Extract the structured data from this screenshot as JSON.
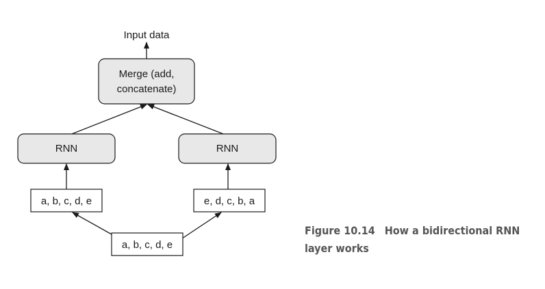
{
  "diagram": {
    "output_label": "Input data",
    "merge_line1": "Merge (add,",
    "merge_line2": "concatenate)",
    "rnn_left_label": "RNN",
    "rnn_right_label": "RNN",
    "seq_forward_label": "a, b, c, d, e",
    "seq_reversed_label": "e, d, c, b, a",
    "input_seq_label": "a, b, c, d, e"
  },
  "caption": {
    "figure_number": "Figure 10.14",
    "text": "How a bidirectional RNN layer works"
  }
}
